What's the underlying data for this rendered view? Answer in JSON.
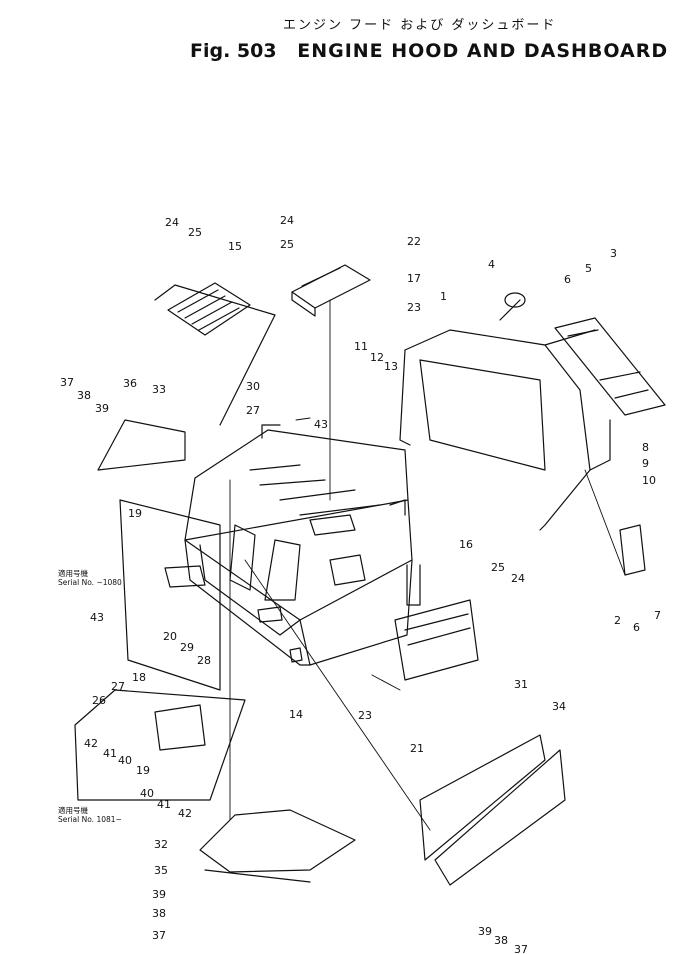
{
  "header": {
    "japanese_title": "エンジン フード および ダッシュボード",
    "figure_number": "Fig. 503",
    "title": "ENGINE HOOD AND DASHBOARD"
  },
  "serial_notes": [
    {
      "jp": "適用号機",
      "en": "Serial No. ~1080"
    },
    {
      "jp": "適用号機",
      "en": "Serial No. 1081~"
    }
  ],
  "callouts": [
    "24",
    "25",
    "15",
    "24",
    "25",
    "22",
    "17",
    "23",
    "4",
    "6",
    "5",
    "3",
    "1",
    "11",
    "12",
    "13",
    "37",
    "38",
    "39",
    "36",
    "33",
    "30",
    "27",
    "43",
    "8",
    "9",
    "10",
    "19",
    "43",
    "20",
    "29",
    "28",
    "26",
    "27",
    "18",
    "14",
    "16",
    "25",
    "24",
    "2",
    "6",
    "7",
    "23",
    "21",
    "31",
    "34",
    "42",
    "41",
    "40",
    "19",
    "40",
    "41",
    "42",
    "32",
    "35",
    "39",
    "38",
    "37",
    "39",
    "38",
    "37"
  ]
}
